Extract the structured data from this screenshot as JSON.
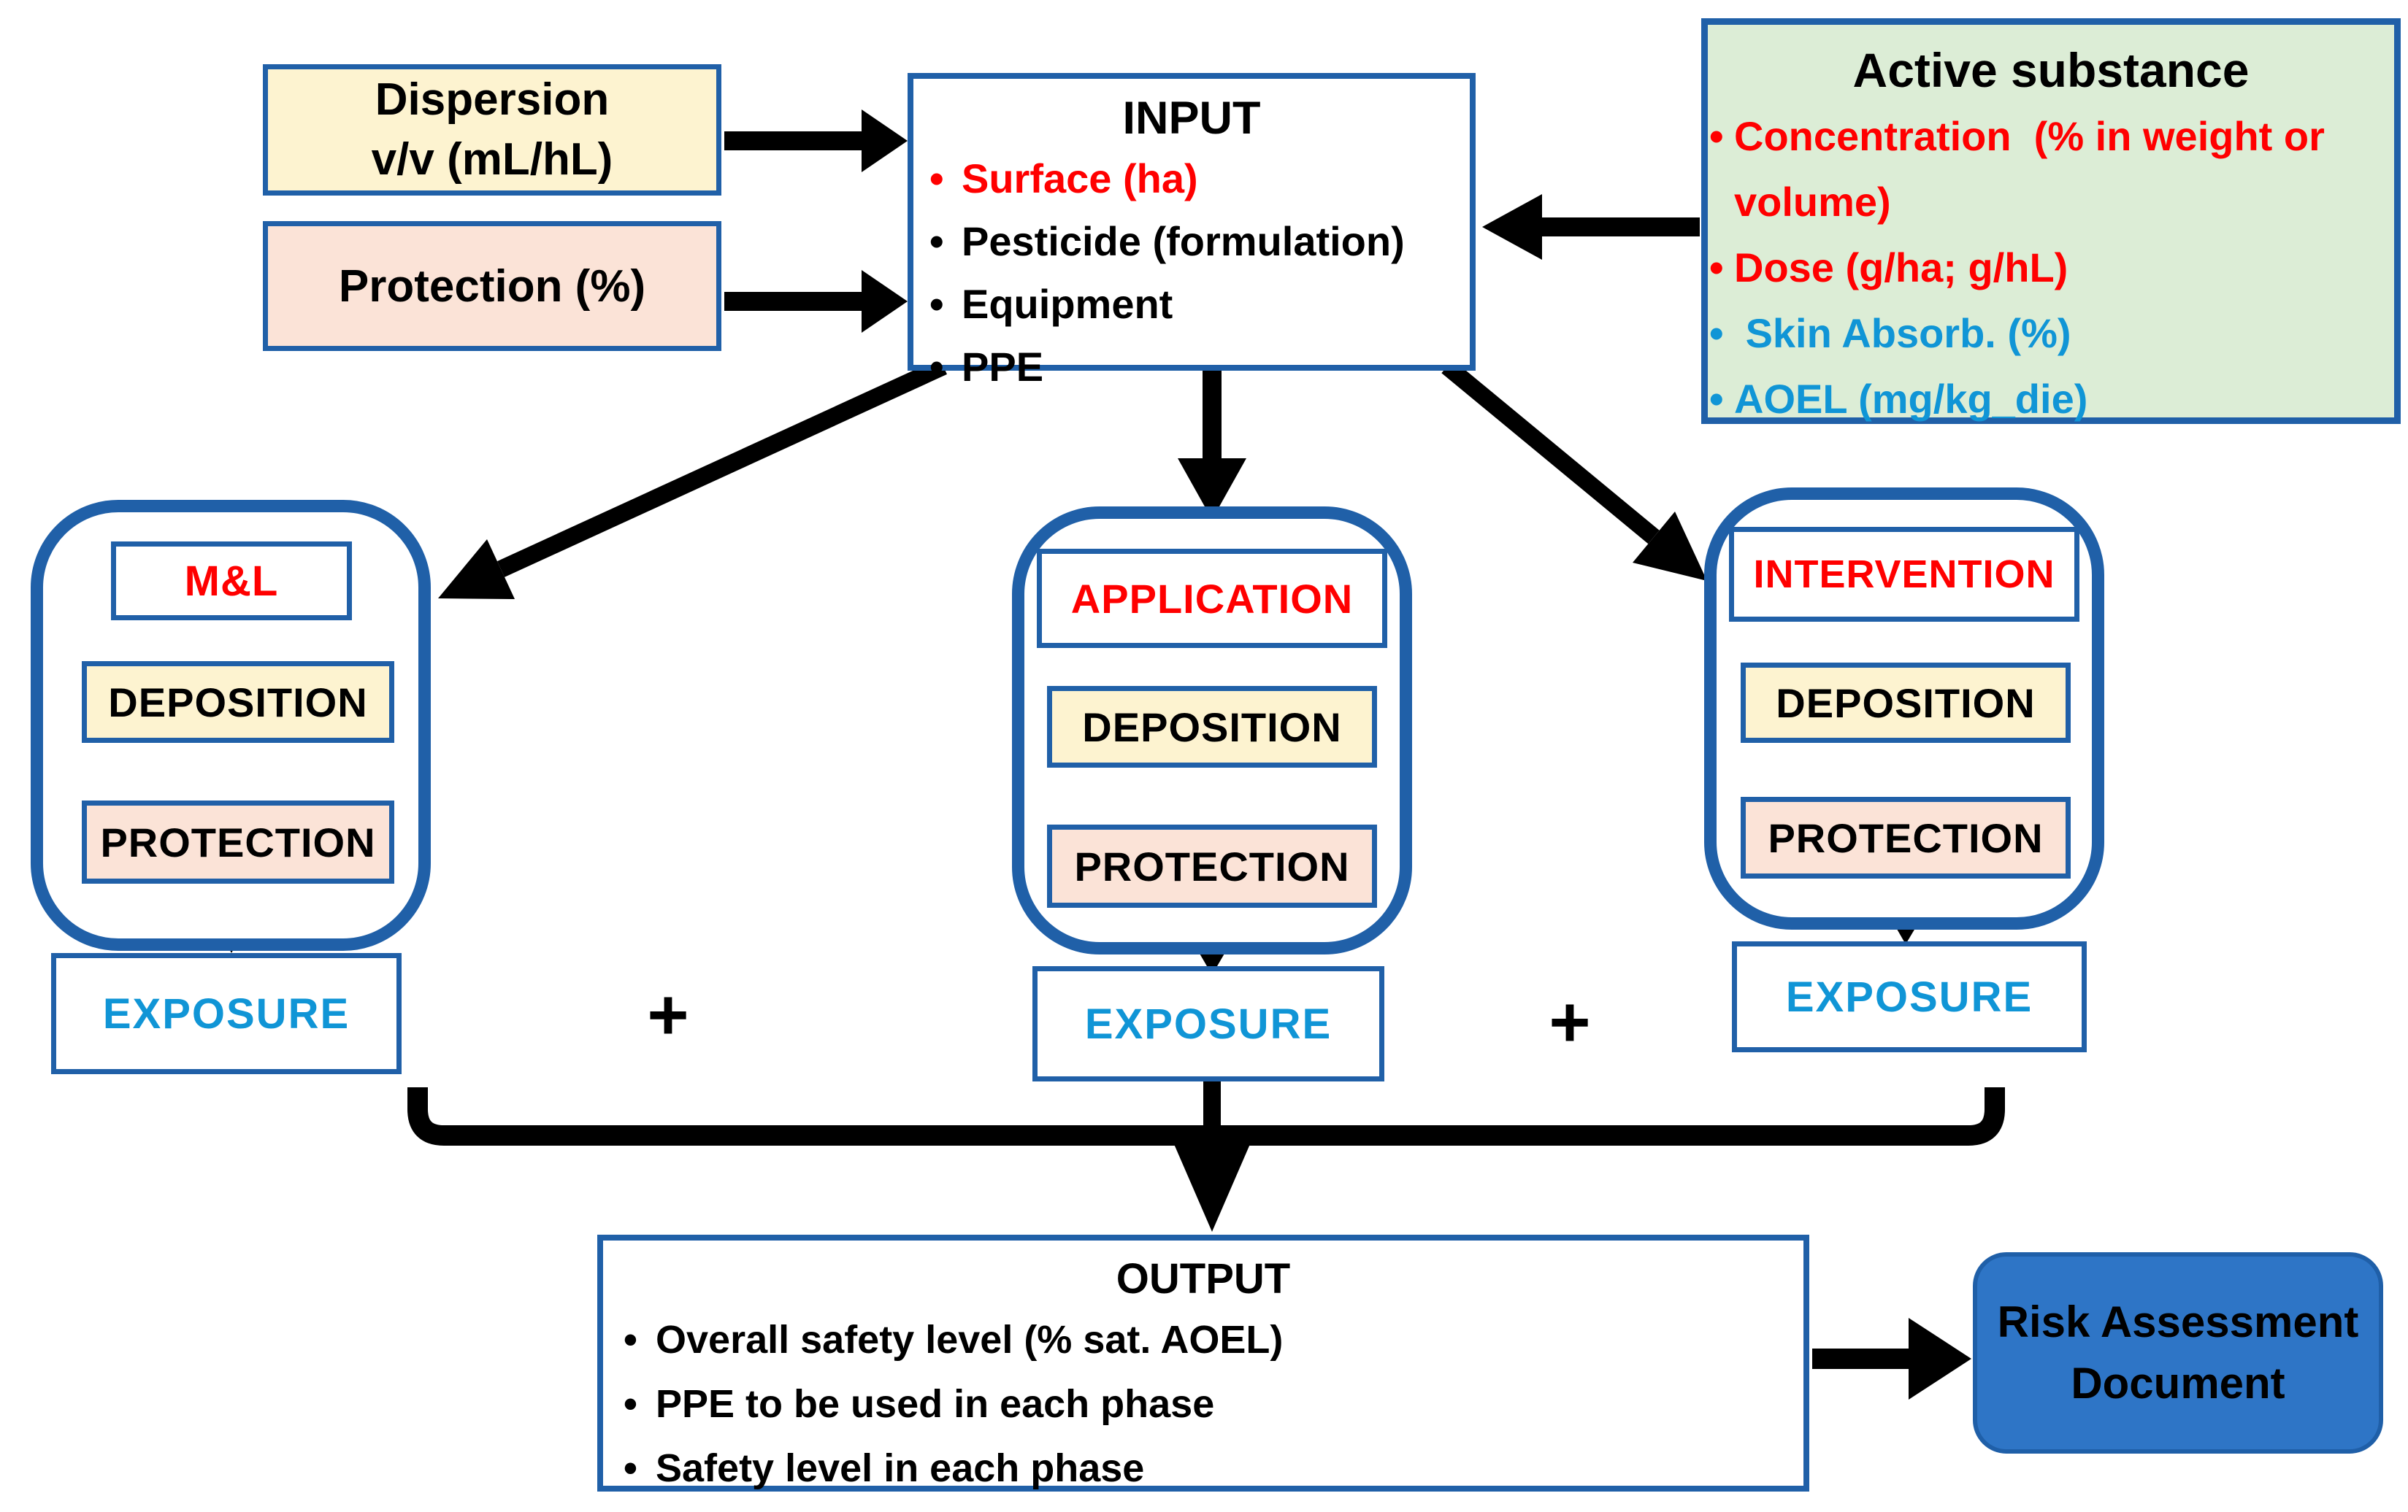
{
  "colors": {
    "border_blue": "#2060A8",
    "fill_yellow": "#FDF3D0",
    "fill_pink": "#FBE3D7",
    "fill_green": "#DCEDD6",
    "risk_fill_blue": "#2E75C6",
    "text_red": "#FF0000",
    "text_cyan": "#1095D6",
    "text_black": "#000000",
    "arrow_black": "#000000"
  },
  "top": {
    "dispersion_box": {
      "lines": [
        "Dispersion",
        "v/v (mL/hL)"
      ]
    },
    "protection_box": {
      "label": "Protection (%)"
    },
    "input_box": {
      "title": "INPUT",
      "items": [
        {
          "text": "Surface (ha)",
          "color": "#FF0000"
        },
        {
          "text": "Pesticide (formulation)",
          "color": "#000000"
        },
        {
          "text": "Equipment",
          "color": "#000000"
        },
        {
          "text": "PPE",
          "color": "#000000"
        }
      ]
    },
    "active_substance_box": {
      "title": "Active substance",
      "items": [
        {
          "text": "Concentration  (% in weight or\nvolume)",
          "color": "#FF0000"
        },
        {
          "text": "Dose (g/ha; g/hL)",
          "color": "#FF0000"
        },
        {
          "text": " Skin Absorb. (%)",
          "color": "#1095D6"
        },
        {
          "text": "AOEL (mg/kg_die)",
          "color": "#1095D6"
        }
      ]
    }
  },
  "phases": [
    {
      "title": "M&L",
      "title_color": "#FF0000",
      "deposition": "DEPOSITION",
      "protection": "PROTECTION",
      "exposure": "EXPOSURE"
    },
    {
      "title": "APPLICATION",
      "title_color": "#FF0000",
      "deposition": "DEPOSITION",
      "protection": "PROTECTION",
      "exposure": "EXPOSURE"
    },
    {
      "title": "INTERVENTION",
      "title_color": "#FF0000",
      "deposition": "DEPOSITION",
      "protection": "PROTECTION",
      "exposure": "EXPOSURE"
    }
  ],
  "plus": {
    "left": "+",
    "right": "+"
  },
  "output_box": {
    "title": "OUTPUT",
    "items": [
      "Overall safety level (% sat. AOEL)",
      "PPE to be used in each phase",
      "Safety level in each phase"
    ]
  },
  "risk_box": {
    "lines": [
      "Risk Assessment",
      "Document"
    ]
  }
}
